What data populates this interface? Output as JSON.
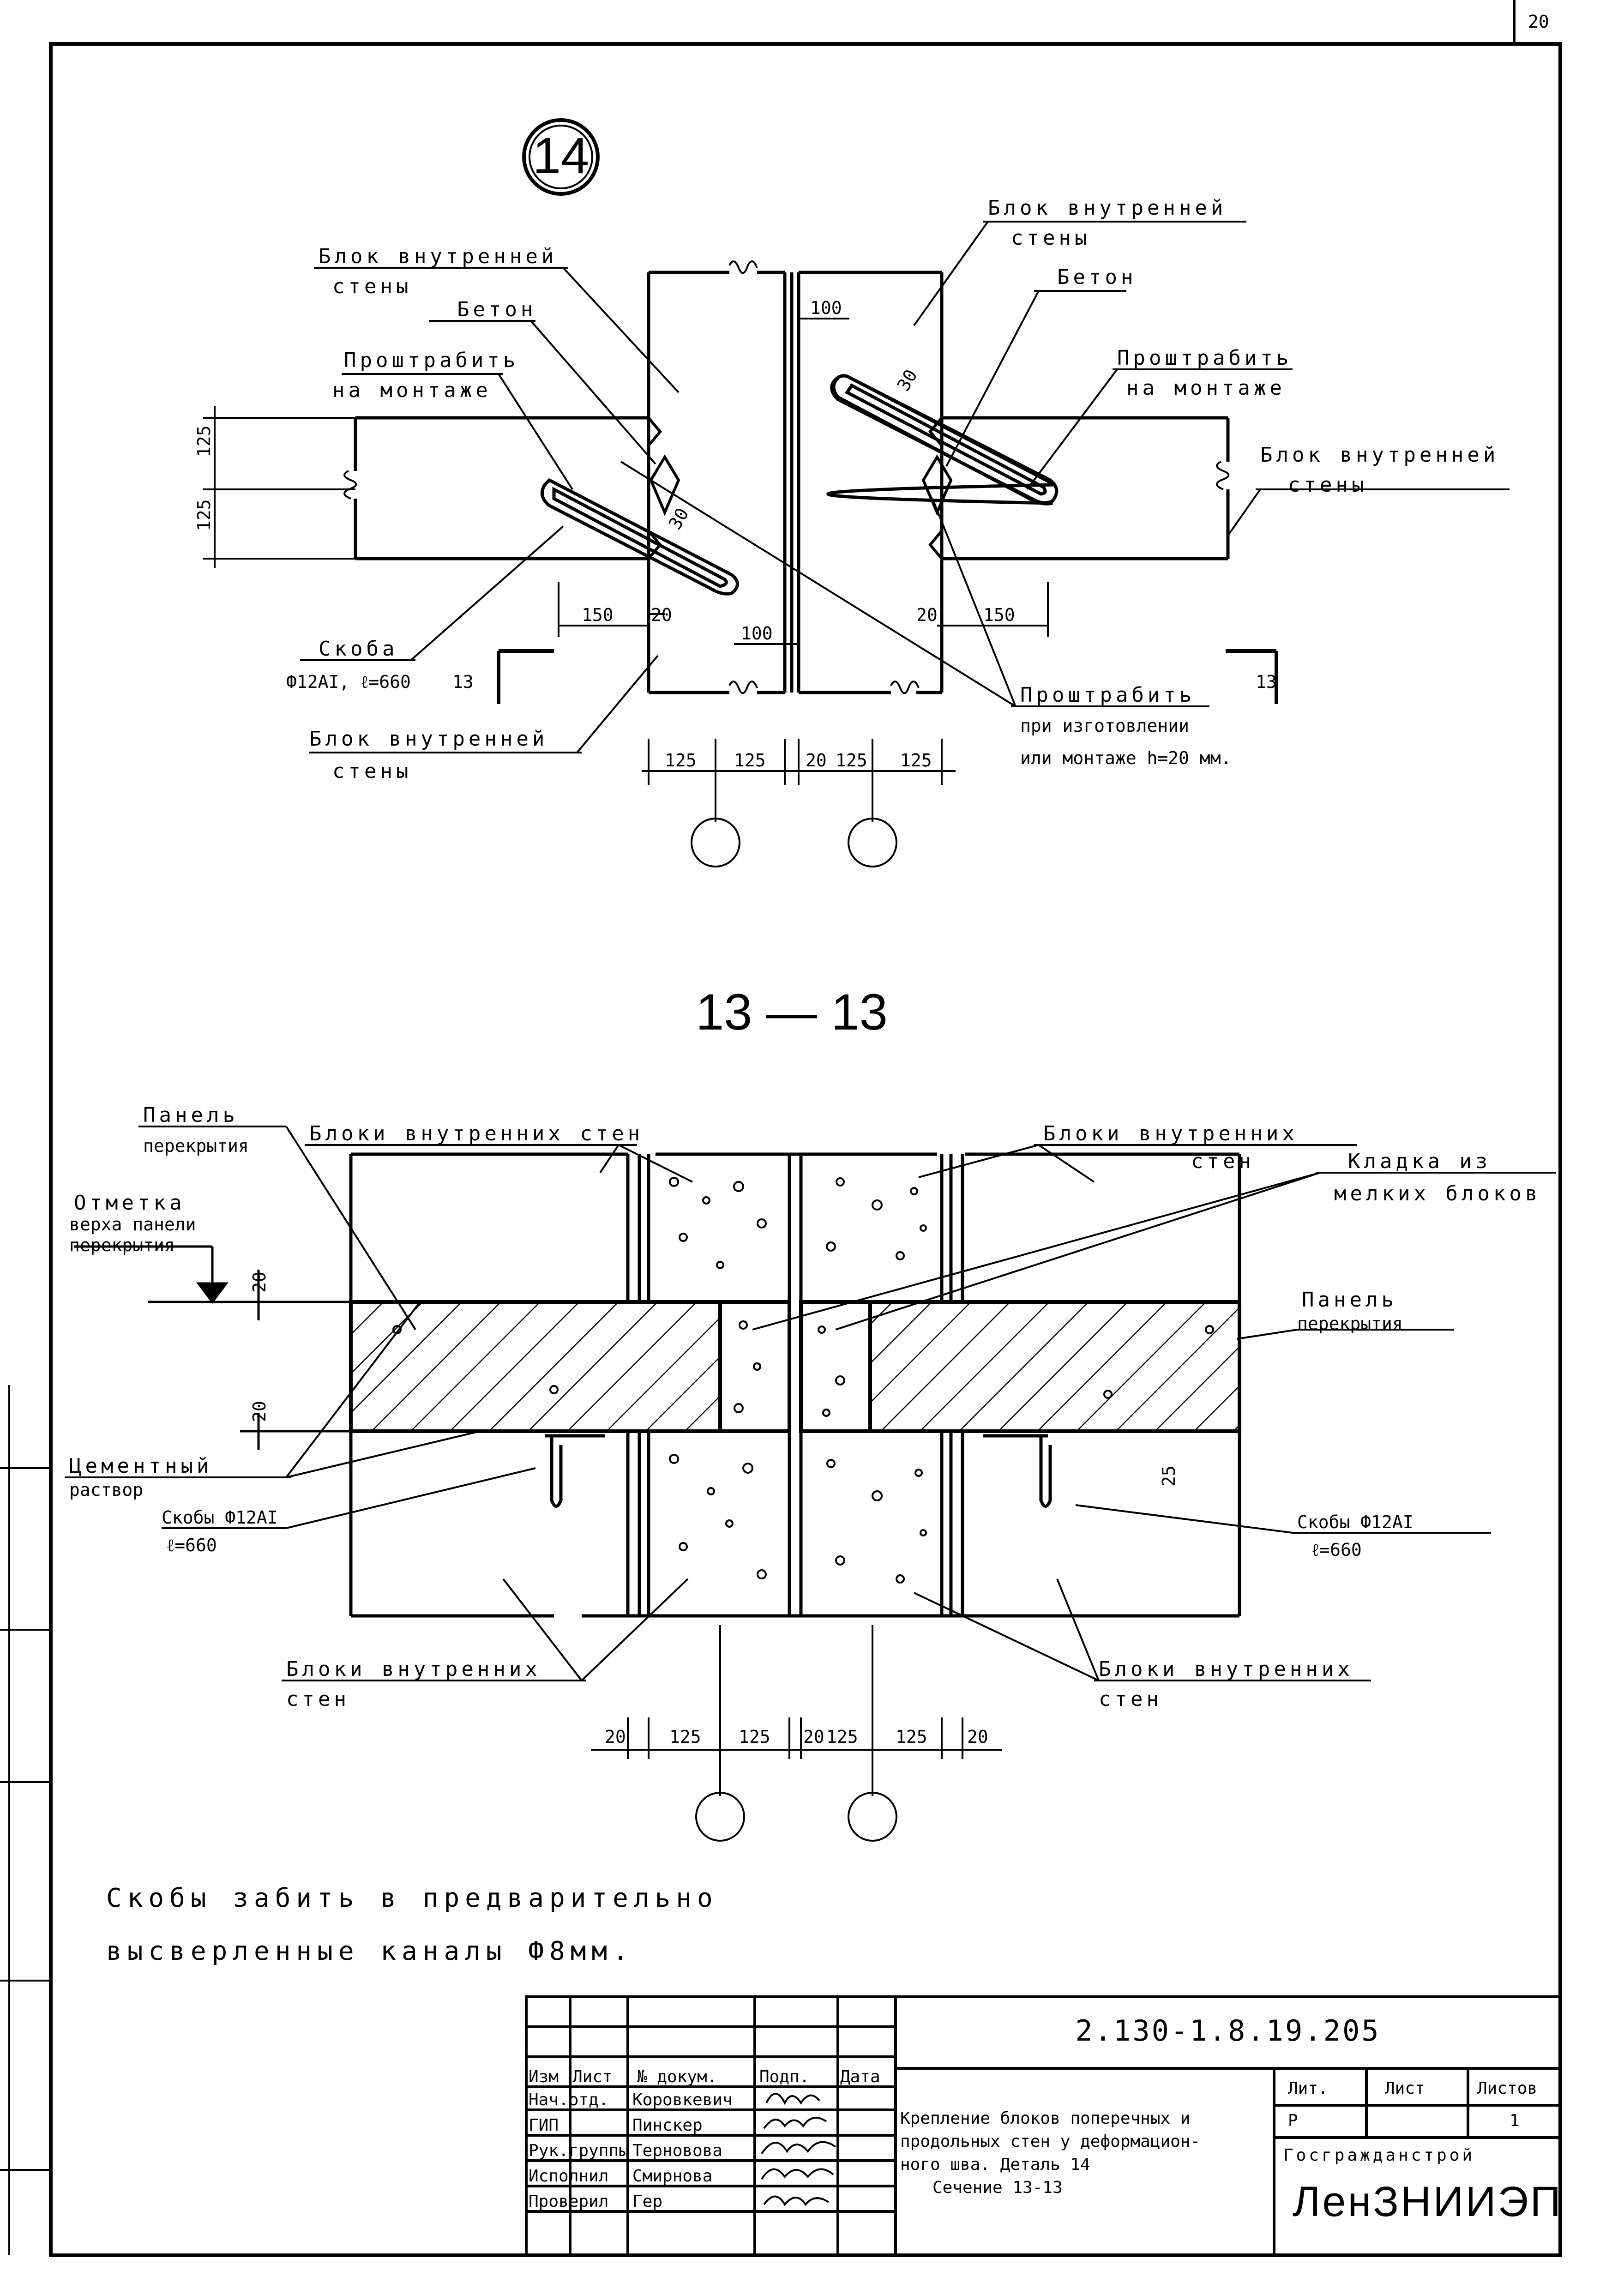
{
  "sheet_corner": "20",
  "detail": {
    "number": "14",
    "labels": {
      "block_left_top_1": "Блок внутренней",
      "block_left_top_2": "стены",
      "beton_left": "Бетон",
      "groove_left_1": "Проштрабить",
      "groove_left_2": "на монтаже",
      "staple_1": "Скоба",
      "staple_2": "Ф12AI, ℓ=660",
      "section_mark_left": "13",
      "block_left_bottom_1": "Блок внутренней",
      "block_left_bottom_2": "стены",
      "block_right_top_1": "Блок внутренней",
      "block_right_top_2": "стены",
      "beton_right": "Бетон",
      "groove_right_1": "Проштрабить",
      "groove_right_2": "на монтаже",
      "block_right_1": "Блок внутренней",
      "block_right_2": "стены",
      "section_mark_right": "13",
      "groove_note_1": "Проштрабить",
      "groove_note_2": "при изготовлении",
      "groove_note_3": "или монтаже h=20 мм."
    },
    "dims": {
      "d125a": "125",
      "d125b": "125",
      "d150l": "150",
      "d20l": "20",
      "d100top": "100",
      "d30l": "30",
      "d30r": "30",
      "d100mid": "100",
      "d20r": "20",
      "d150r": "150",
      "b1": "125",
      "b2": "125",
      "b3": "20",
      "b4": "125",
      "b5": "125"
    }
  },
  "section": {
    "title": "13 — 13",
    "labels": {
      "blocks_top_left": "Блоки внутренних стен",
      "blocks_top_right_1": "Блоки внутренних",
      "blocks_top_right_2": "стен",
      "panel_left_1": "Панель",
      "panel_left_2": "перекрытия",
      "mark_1": "Отметка",
      "mark_2": "верха панели",
      "mark_3": "перекрытия",
      "masonry_1": "Кладка из",
      "masonry_2": "мелких блоков",
      "panel_right_1": "Панель",
      "panel_right_2": "перекрытия",
      "mortar_1": "Цементный",
      "mortar_2": "раствор",
      "staples_left_1": "Скобы Ф12AI",
      "staples_left_2": "ℓ=660",
      "staples_right_1": "Скобы Ф12AI",
      "staples_right_2": "ℓ=660",
      "blocks_bottom_left_1": "Блоки внутренних",
      "blocks_bottom_left_2": "стен",
      "blocks_bottom_right_1": "Блоки внутренних",
      "blocks_bottom_right_2": "стен"
    },
    "dims": {
      "h20a": "20",
      "h20b": "20",
      "h25": "25",
      "b1": "20",
      "b2": "125",
      "b3": "125",
      "b4": "20",
      "b5": "125",
      "b6": "125",
      "b7": "20"
    }
  },
  "note": {
    "line1": "Скобы забить в предварительно",
    "line2": "высверленные каналы Ф8мм."
  },
  "title_block": {
    "doc_code": "2.130-1.8.19.205",
    "headers": [
      "Изм",
      "Лист",
      "№ докум.",
      "Подп.",
      "Дата"
    ],
    "people": [
      {
        "role": "Нач.отд.",
        "name": "Коровкевич",
        "sign": "Ккр"
      },
      {
        "role": "ГИП",
        "name": "Пинскер",
        "sign": "Пнс"
      },
      {
        "role": "Рук.группы",
        "name": "Терновова",
        "sign": "Терн"
      },
      {
        "role": "Исполнил",
        "name": "Смирнова",
        "sign": "Смир"
      },
      {
        "role": "Проверил",
        "name": "Гер",
        "sign": "Гер"
      }
    ],
    "description": [
      "Крепление блоков поперечных и",
      "продольных стен у деформацион-",
      "ного шва. Деталь 14",
      "Сечение 13-13"
    ],
    "stage_header": "Лит.",
    "sheet_header": "Лист",
    "sheets_header": "Листов",
    "stage": "Р",
    "sheets": "1",
    "agency": "Госгражданстрой",
    "org": "ЛенЗНИИЭП"
  }
}
